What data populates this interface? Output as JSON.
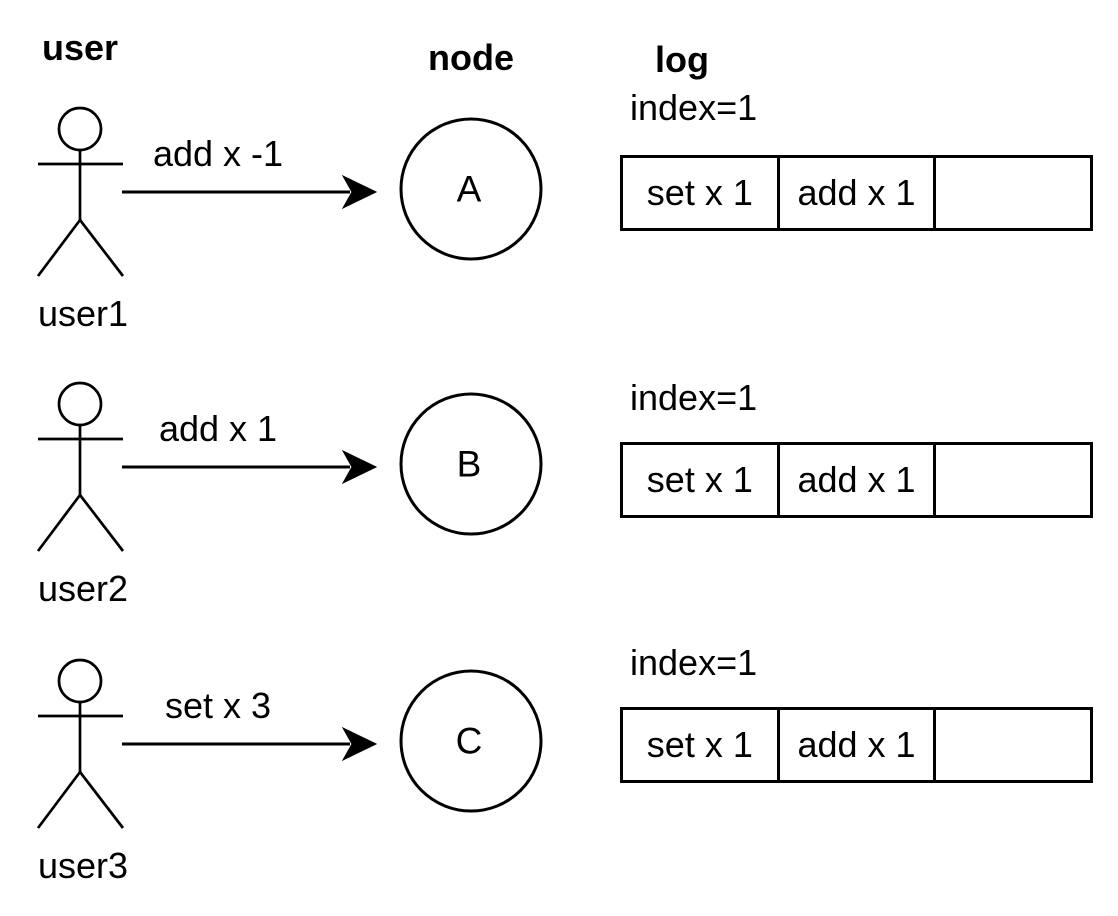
{
  "headers": {
    "user": "user",
    "node": "node",
    "log": "log"
  },
  "rows": [
    {
      "user_label": "user1",
      "action_label": "add x -1",
      "node_label": "A",
      "log": {
        "index_label": "index=1",
        "cells": [
          "set x 1",
          "add x 1",
          ""
        ]
      }
    },
    {
      "user_label": "user2",
      "action_label": "add x 1",
      "node_label": "B",
      "log": {
        "index_label": "index=1",
        "cells": [
          "set x 1",
          "add x 1",
          ""
        ]
      }
    },
    {
      "user_label": "user3",
      "action_label": "set x 3",
      "node_label": "C",
      "log": {
        "index_label": "index=1",
        "cells": [
          "set x 1",
          "add x 1",
          ""
        ]
      }
    }
  ],
  "colors": {
    "stroke": "#000000",
    "text": "#000000",
    "background": "#ffffff"
  }
}
